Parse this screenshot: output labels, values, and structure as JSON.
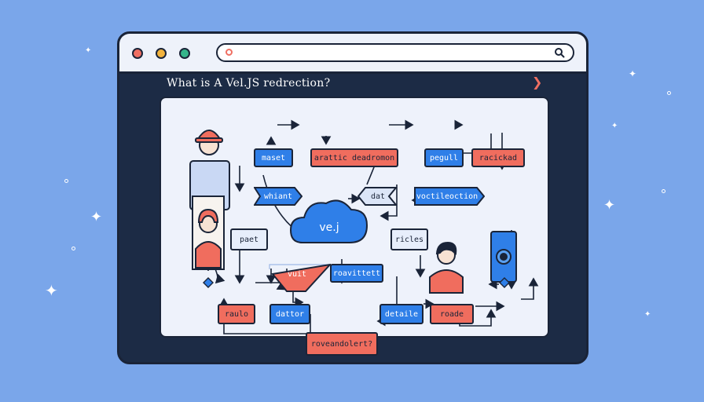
{
  "browser": {
    "title": "What is A Vel.JS redrection?"
  },
  "diagram": {
    "center_label": "ve.j",
    "nodes": {
      "maset": "maset",
      "arattic": "arattic deadromon",
      "pegull": "pegull",
      "racickad": "racickad",
      "whiant": "whiant",
      "dat": "dat",
      "voctieleoction": "voctileoction",
      "paet": "paet",
      "ricles": "ricles",
      "vuit": "vuit",
      "roavittett": "roavittett",
      "raulo": "raulo",
      "dattor": "dattor",
      "detaile": "detaile",
      "roade": "roade",
      "roveandolert": "roveandolert?"
    }
  },
  "colors": {
    "background": "#7aa6ea",
    "window_frame": "#1c2b45",
    "blue_node": "#2f7fe8",
    "coral_node": "#f06d5e",
    "panel": "#eef2fb"
  }
}
